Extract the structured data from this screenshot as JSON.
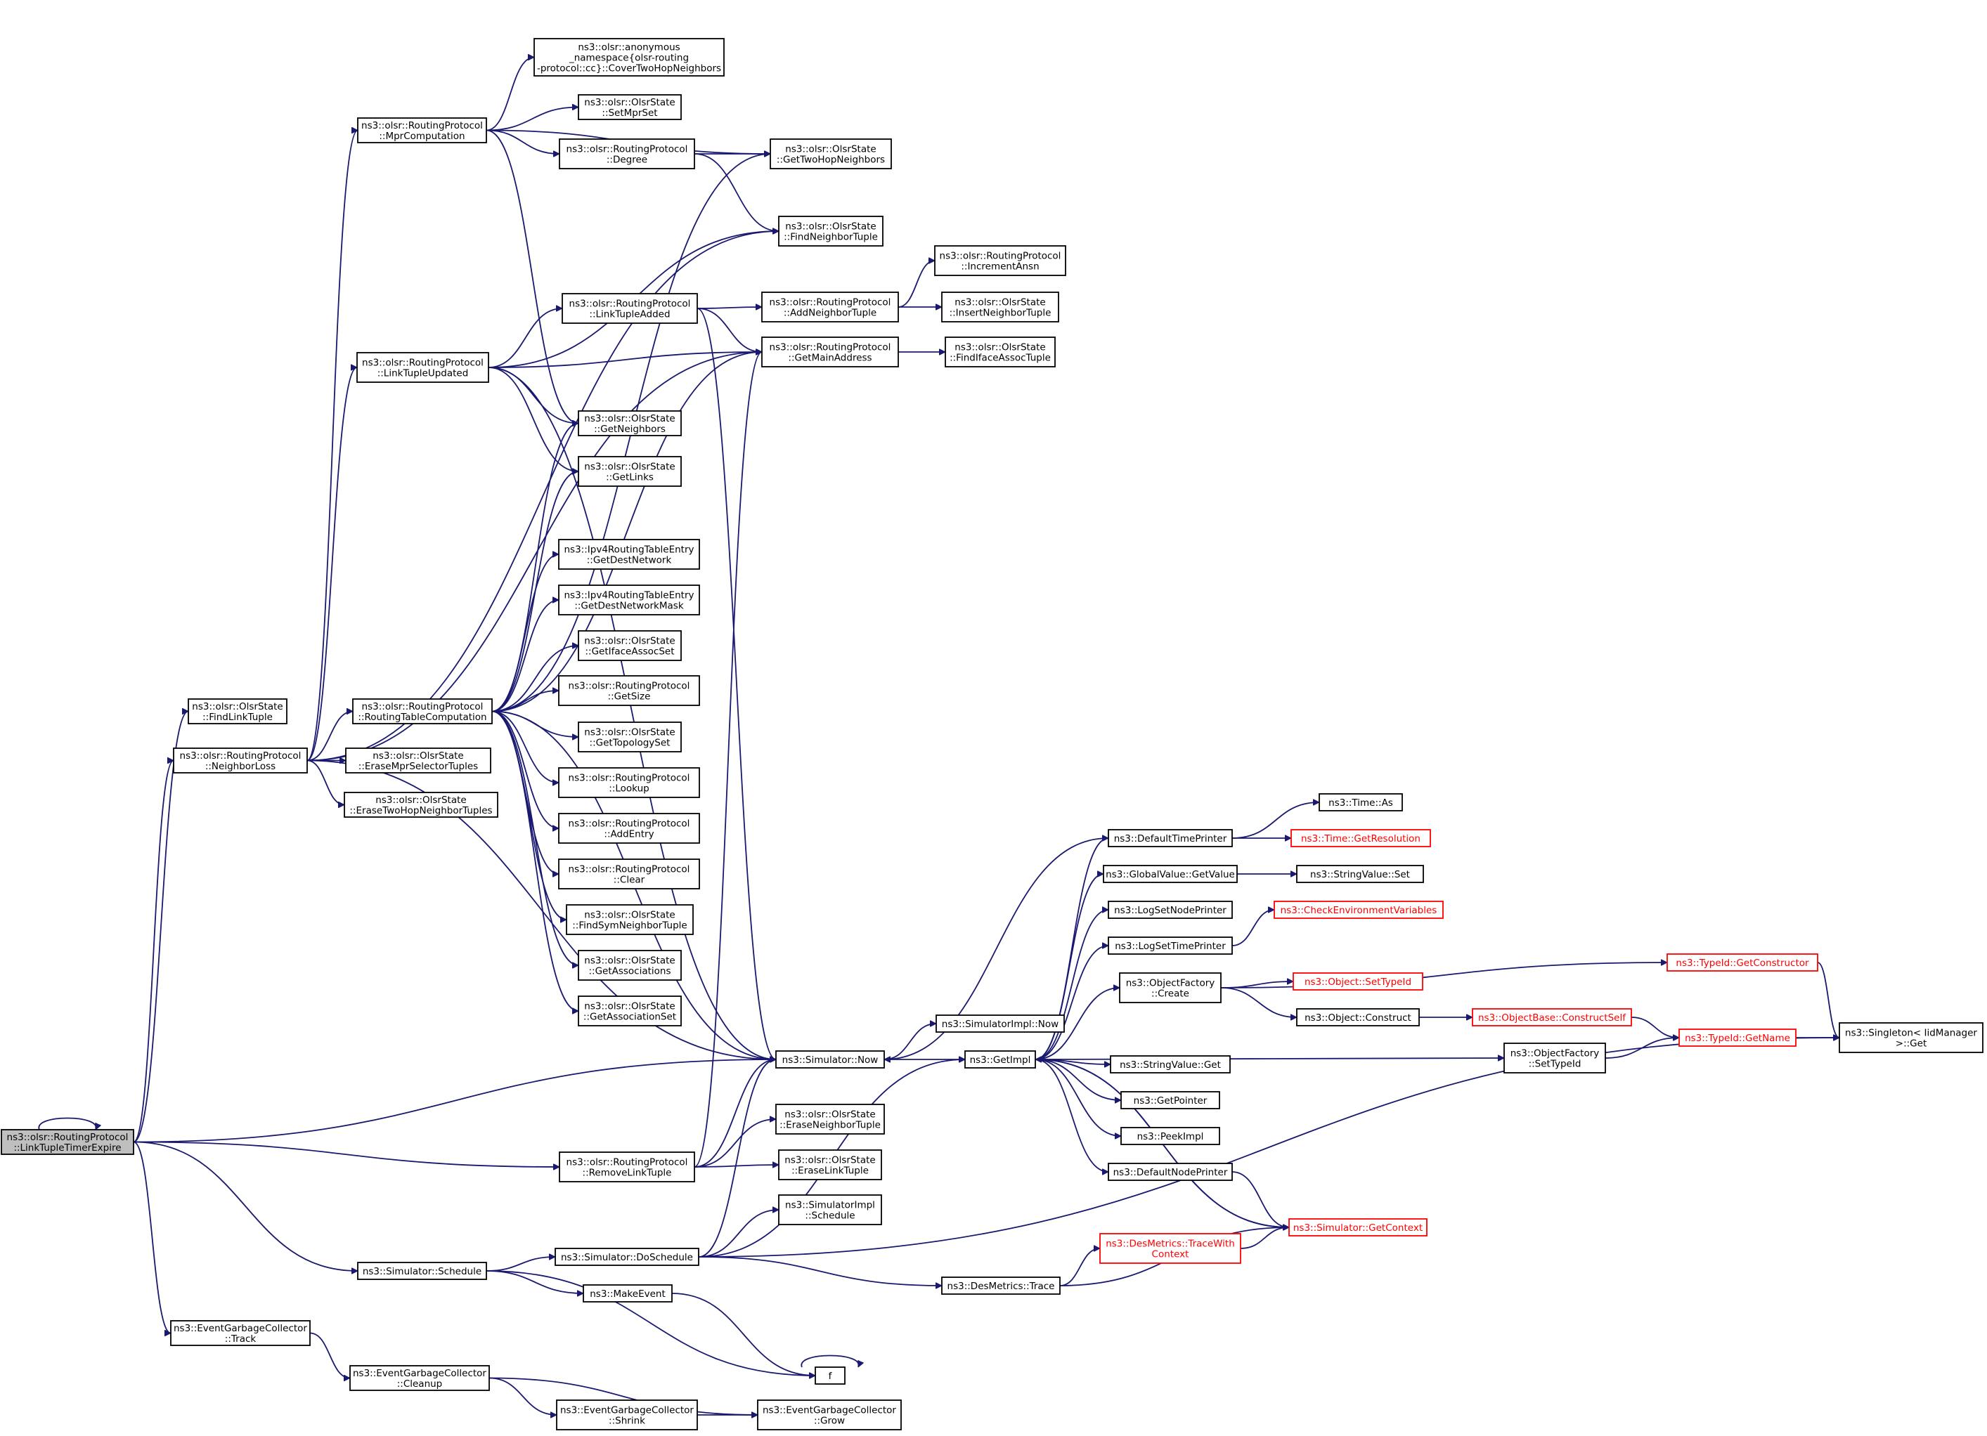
{
  "nodes": [
    {
      "id": "root",
      "lines": [
        "ns3::olsr::RoutingProtocol",
        "::LinkTupleTimerExpire"
      ],
      "color": "root"
    },
    {
      "id": "findLinkTuple",
      "lines": [
        "ns3::olsr::OlsrState",
        "::FindLinkTuple"
      ]
    },
    {
      "id": "neighborLoss",
      "lines": [
        "ns3::olsr::RoutingProtocol",
        "::NeighborLoss"
      ]
    },
    {
      "id": "egcTrack",
      "lines": [
        "ns3::EventGarbageCollector",
        "::Track"
      ]
    },
    {
      "id": "mprComputation",
      "lines": [
        "ns3::olsr::RoutingProtocol",
        "::MprComputation"
      ]
    },
    {
      "id": "linkTupleUpdated",
      "lines": [
        "ns3::olsr::RoutingProtocol",
        "::LinkTupleUpdated"
      ]
    },
    {
      "id": "routingTableComputation",
      "lines": [
        "ns3::olsr::RoutingProtocol",
        "::RoutingTableComputation"
      ]
    },
    {
      "id": "eraseMprSelectorTuples",
      "lines": [
        "ns3::olsr::OlsrState",
        "::EraseMprSelectorTuples"
      ]
    },
    {
      "id": "eraseTwoHopNeighborTuples",
      "lines": [
        "ns3::olsr::OlsrState",
        "::EraseTwoHopNeighborTuples"
      ]
    },
    {
      "id": "simSchedule",
      "lines": [
        "ns3::Simulator::Schedule"
      ]
    },
    {
      "id": "egcCleanup",
      "lines": [
        "ns3::EventGarbageCollector",
        "::Cleanup"
      ]
    },
    {
      "id": "coverTwoHop",
      "lines": [
        "ns3::olsr::anonymous",
        "_namespace{olsr-routing",
        "-protocol::cc}::CoverTwoHopNeighbors"
      ]
    },
    {
      "id": "setMprSet",
      "lines": [
        "ns3::olsr::OlsrState",
        "::SetMprSet"
      ]
    },
    {
      "id": "degree",
      "lines": [
        "ns3::olsr::RoutingProtocol",
        "::Degree"
      ]
    },
    {
      "id": "linkTupleAdded",
      "lines": [
        "ns3::olsr::RoutingProtocol",
        "::LinkTupleAdded"
      ]
    },
    {
      "id": "getNeighbors",
      "lines": [
        "ns3::olsr::OlsrState",
        "::GetNeighbors"
      ]
    },
    {
      "id": "getLinks",
      "lines": [
        "ns3::olsr::OlsrState",
        "::GetLinks"
      ]
    },
    {
      "id": "getDestNetwork",
      "lines": [
        "ns3::Ipv4RoutingTableEntry",
        "::GetDestNetwork"
      ]
    },
    {
      "id": "getDestNetworkMask",
      "lines": [
        "ns3::Ipv4RoutingTableEntry",
        "::GetDestNetworkMask"
      ]
    },
    {
      "id": "getIfaceAssocSet",
      "lines": [
        "ns3::olsr::OlsrState",
        "::GetIfaceAssocSet"
      ]
    },
    {
      "id": "getSize",
      "lines": [
        "ns3::olsr::RoutingProtocol",
        "::GetSize"
      ]
    },
    {
      "id": "getTopologySet",
      "lines": [
        "ns3::olsr::OlsrState",
        "::GetTopologySet"
      ]
    },
    {
      "id": "lookup",
      "lines": [
        "ns3::olsr::RoutingProtocol",
        "::Lookup"
      ]
    },
    {
      "id": "addEntry",
      "lines": [
        "ns3::olsr::RoutingProtocol",
        "::AddEntry"
      ]
    },
    {
      "id": "clear",
      "lines": [
        "ns3::olsr::RoutingProtocol",
        "::Clear"
      ]
    },
    {
      "id": "findSymNeighborTuple",
      "lines": [
        "ns3::olsr::OlsrState",
        "::FindSymNeighborTuple"
      ]
    },
    {
      "id": "getAssociations",
      "lines": [
        "ns3::olsr::OlsrState",
        "::GetAssociations"
      ]
    },
    {
      "id": "getAssociationSet",
      "lines": [
        "ns3::olsr::OlsrState",
        "::GetAssociationSet"
      ]
    },
    {
      "id": "removeLinkTuple",
      "lines": [
        "ns3::olsr::RoutingProtocol",
        "::RemoveLinkTuple"
      ]
    },
    {
      "id": "doSchedule",
      "lines": [
        "ns3::Simulator::DoSchedule"
      ]
    },
    {
      "id": "makeEvent",
      "lines": [
        "ns3::MakeEvent"
      ]
    },
    {
      "id": "egcShrink",
      "lines": [
        "ns3::EventGarbageCollector",
        "::Shrink"
      ]
    },
    {
      "id": "getTwoHopNeighbors",
      "lines": [
        "ns3::olsr::OlsrState",
        "::GetTwoHopNeighbors"
      ]
    },
    {
      "id": "findNeighborTuple",
      "lines": [
        "ns3::olsr::OlsrState",
        "::FindNeighborTuple"
      ]
    },
    {
      "id": "addNeighborTuple",
      "lines": [
        "ns3::olsr::RoutingProtocol",
        "::AddNeighborTuple"
      ]
    },
    {
      "id": "getMainAddress",
      "lines": [
        "ns3::olsr::RoutingProtocol",
        "::GetMainAddress"
      ]
    },
    {
      "id": "simNow",
      "lines": [
        "ns3::Simulator::Now"
      ]
    },
    {
      "id": "eraseNeighborTuple",
      "lines": [
        "ns3::olsr::OlsrState",
        "::EraseNeighborTuple"
      ]
    },
    {
      "id": "eraseLinkTuple",
      "lines": [
        "ns3::olsr::OlsrState",
        "::EraseLinkTuple"
      ]
    },
    {
      "id": "simImplSchedule",
      "lines": [
        "ns3::SimulatorImpl",
        "::Schedule"
      ]
    },
    {
      "id": "f",
      "lines": [
        "f"
      ]
    },
    {
      "id": "egcGrow",
      "lines": [
        "ns3::EventGarbageCollector",
        "::Grow"
      ]
    },
    {
      "id": "incrementAnsn",
      "lines": [
        "ns3::olsr::RoutingProtocol",
        "::IncrementAnsn"
      ]
    },
    {
      "id": "insertNeighborTuple",
      "lines": [
        "ns3::olsr::OlsrState",
        "::InsertNeighborTuple"
      ]
    },
    {
      "id": "findIfaceAssocTuple",
      "lines": [
        "ns3::olsr::OlsrState",
        "::FindIfaceAssocTuple"
      ]
    },
    {
      "id": "simImplNow",
      "lines": [
        "ns3::SimulatorImpl::Now"
      ]
    },
    {
      "id": "getImpl",
      "lines": [
        "ns3::GetImpl"
      ]
    },
    {
      "id": "desMetricsTrace",
      "lines": [
        "ns3::DesMetrics::Trace"
      ]
    },
    {
      "id": "defaultTimePrinter",
      "lines": [
        "ns3::DefaultTimePrinter"
      ]
    },
    {
      "id": "globalValueGetValue",
      "lines": [
        "ns3::GlobalValue::GetValue"
      ]
    },
    {
      "id": "logSetNodePrinter",
      "lines": [
        "ns3::LogSetNodePrinter"
      ]
    },
    {
      "id": "logSetTimePrinter",
      "lines": [
        "ns3::LogSetTimePrinter"
      ]
    },
    {
      "id": "objectFactoryCreate",
      "lines": [
        "ns3::ObjectFactory",
        "::Create"
      ]
    },
    {
      "id": "stringValueGet",
      "lines": [
        "ns3::StringValue::Get"
      ]
    },
    {
      "id": "getPointer",
      "lines": [
        "ns3::GetPointer"
      ]
    },
    {
      "id": "peekImpl",
      "lines": [
        "ns3::PeekImpl"
      ]
    },
    {
      "id": "defaultNodePrinter",
      "lines": [
        "ns3::DefaultNodePrinter"
      ]
    },
    {
      "id": "desMetricsTraceWithContext",
      "lines": [
        "ns3::DesMetrics::TraceWith",
        "Context"
      ],
      "color": "red"
    },
    {
      "id": "timeAs",
      "lines": [
        "ns3::Time::As"
      ]
    },
    {
      "id": "timeGetResolution",
      "lines": [
        "ns3::Time::GetResolution"
      ],
      "color": "red"
    },
    {
      "id": "stringValueSet",
      "lines": [
        "ns3::StringValue::Set"
      ]
    },
    {
      "id": "checkEnvVars",
      "lines": [
        "ns3::CheckEnvironmentVariables"
      ],
      "color": "red"
    },
    {
      "id": "objectSetTypeId",
      "lines": [
        "ns3::Object::SetTypeId"
      ],
      "color": "red"
    },
    {
      "id": "objectConstruct",
      "lines": [
        "ns3::Object::Construct"
      ]
    },
    {
      "id": "objectFactorySetTypeId",
      "lines": [
        "ns3::ObjectFactory",
        "::SetTypeId"
      ]
    },
    {
      "id": "simGetContext",
      "lines": [
        "ns3::Simulator::GetContext"
      ],
      "color": "red"
    },
    {
      "id": "typeIdGetConstructor",
      "lines": [
        "ns3::TypeId::GetConstructor"
      ],
      "color": "red"
    },
    {
      "id": "objectBaseConstructSelf",
      "lines": [
        "ns3::ObjectBase::ConstructSelf"
      ],
      "color": "red"
    },
    {
      "id": "typeIdGetName",
      "lines": [
        "ns3::TypeId::GetName"
      ],
      "color": "red"
    },
    {
      "id": "singletonGet",
      "lines": [
        "ns3::Singleton< IidManager",
        ">::Get"
      ]
    }
  ],
  "edges": [
    [
      "root",
      "root"
    ],
    [
      "root",
      "findLinkTuple"
    ],
    [
      "root",
      "neighborLoss"
    ],
    [
      "root",
      "simNow"
    ],
    [
      "root",
      "removeLinkTuple"
    ],
    [
      "root",
      "simSchedule"
    ],
    [
      "root",
      "egcTrack"
    ],
    [
      "neighborLoss",
      "mprComputation"
    ],
    [
      "neighborLoss",
      "findNeighborTuple"
    ],
    [
      "neighborLoss",
      "getMainAddress"
    ],
    [
      "neighborLoss",
      "linkTupleUpdated"
    ],
    [
      "neighborLoss",
      "routingTableComputation"
    ],
    [
      "neighborLoss",
      "eraseMprSelectorTuples"
    ],
    [
      "neighborLoss",
      "eraseTwoHopNeighborTuples"
    ],
    [
      "neighborLoss",
      "simNow"
    ],
    [
      "mprComputation",
      "getTwoHopNeighbors"
    ],
    [
      "mprComputation",
      "coverTwoHop"
    ],
    [
      "mprComputation",
      "setMprSet"
    ],
    [
      "mprComputation",
      "degree"
    ],
    [
      "mprComputation",
      "getNeighbors"
    ],
    [
      "degree",
      "getTwoHopNeighbors"
    ],
    [
      "degree",
      "findNeighborTuple"
    ],
    [
      "linkTupleUpdated",
      "findNeighborTuple"
    ],
    [
      "linkTupleUpdated",
      "linkTupleAdded"
    ],
    [
      "linkTupleUpdated",
      "getMainAddress"
    ],
    [
      "linkTupleUpdated",
      "getNeighbors"
    ],
    [
      "linkTupleUpdated",
      "getLinks"
    ],
    [
      "linkTupleUpdated",
      "simNow"
    ],
    [
      "linkTupleAdded",
      "addNeighborTuple"
    ],
    [
      "linkTupleAdded",
      "getMainAddress"
    ],
    [
      "linkTupleAdded",
      "simNow"
    ],
    [
      "addNeighborTuple",
      "incrementAnsn"
    ],
    [
      "addNeighborTuple",
      "insertNeighborTuple"
    ],
    [
      "getMainAddress",
      "findIfaceAssocTuple"
    ],
    [
      "routingTableComputation",
      "getTwoHopNeighbors"
    ],
    [
      "routingTableComputation",
      "getMainAddress"
    ],
    [
      "routingTableComputation",
      "getNeighbors"
    ],
    [
      "routingTableComputation",
      "getLinks"
    ],
    [
      "routingTableComputation",
      "getDestNetwork"
    ],
    [
      "routingTableComputation",
      "getDestNetworkMask"
    ],
    [
      "routingTableComputation",
      "getIfaceAssocSet"
    ],
    [
      "routingTableComputation",
      "getSize"
    ],
    [
      "routingTableComputation",
      "getTopologySet"
    ],
    [
      "routingTableComputation",
      "lookup"
    ],
    [
      "routingTableComputation",
      "addEntry"
    ],
    [
      "routingTableComputation",
      "clear"
    ],
    [
      "routingTableComputation",
      "findSymNeighborTuple"
    ],
    [
      "routingTableComputation",
      "getAssociations"
    ],
    [
      "routingTableComputation",
      "getAssociationSet"
    ],
    [
      "routingTableComputation",
      "simNow"
    ],
    [
      "removeLinkTuple",
      "getMainAddress"
    ],
    [
      "removeLinkTuple",
      "simNow"
    ],
    [
      "removeLinkTuple",
      "eraseNeighborTuple"
    ],
    [
      "removeLinkTuple",
      "eraseLinkTuple"
    ],
    [
      "simSchedule",
      "doSchedule"
    ],
    [
      "simSchedule",
      "makeEvent"
    ],
    [
      "simSchedule",
      "f"
    ],
    [
      "doSchedule",
      "simNow"
    ],
    [
      "doSchedule",
      "simImplSchedule"
    ],
    [
      "doSchedule",
      "getImpl"
    ],
    [
      "doSchedule",
      "desMetricsTrace"
    ],
    [
      "doSchedule",
      "singletonGet"
    ],
    [
      "makeEvent",
      "f"
    ],
    [
      "f",
      "f"
    ],
    [
      "egcTrack",
      "egcCleanup"
    ],
    [
      "egcCleanup",
      "egcShrink"
    ],
    [
      "egcCleanup",
      "egcGrow"
    ],
    [
      "egcShrink",
      "egcGrow"
    ],
    [
      "simNow",
      "simImplNow"
    ],
    [
      "simNow",
      "getImpl"
    ],
    [
      "getImpl",
      "defaultTimePrinter"
    ],
    [
      "getImpl",
      "globalValueGetValue"
    ],
    [
      "getImpl",
      "logSetNodePrinter"
    ],
    [
      "getImpl",
      "logSetTimePrinter"
    ],
    [
      "getImpl",
      "objectFactoryCreate"
    ],
    [
      "getImpl",
      "objectFactorySetTypeId"
    ],
    [
      "getImpl",
      "stringValueGet"
    ],
    [
      "getImpl",
      "getPointer"
    ],
    [
      "getImpl",
      "peekImpl"
    ],
    [
      "getImpl",
      "defaultNodePrinter"
    ],
    [
      "getImpl",
      "simGetContext"
    ],
    [
      "defaultTimePrinter",
      "simNow"
    ],
    [
      "defaultTimePrinter",
      "timeAs"
    ],
    [
      "defaultTimePrinter",
      "timeGetResolution"
    ],
    [
      "globalValueGetValue",
      "stringValueSet"
    ],
    [
      "logSetTimePrinter",
      "checkEnvVars"
    ],
    [
      "objectFactoryCreate",
      "typeIdGetConstructor"
    ],
    [
      "objectFactoryCreate",
      "objectSetTypeId"
    ],
    [
      "objectFactoryCreate",
      "objectConstruct"
    ],
    [
      "objectConstruct",
      "objectBaseConstructSelf"
    ],
    [
      "objectBaseConstructSelf",
      "typeIdGetName"
    ],
    [
      "objectFactorySetTypeId",
      "typeIdGetName"
    ],
    [
      "typeIdGetConstructor",
      "singletonGet"
    ],
    [
      "typeIdGetName",
      "singletonGet"
    ],
    [
      "defaultNodePrinter",
      "simGetContext"
    ],
    [
      "desMetricsTrace",
      "desMetricsTraceWithContext"
    ],
    [
      "desMetricsTrace",
      "simGetContext"
    ],
    [
      "desMetricsTraceWithContext",
      "simGetContext"
    ],
    [
      "simGetContext",
      "getImpl"
    ]
  ]
}
